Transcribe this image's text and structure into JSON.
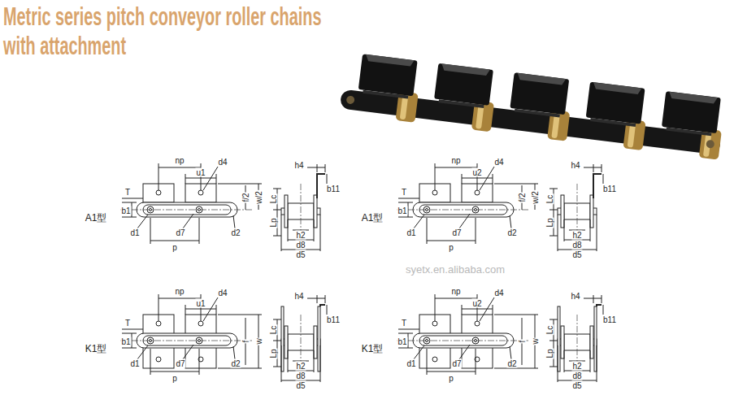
{
  "diagram": {
    "title": "Metric series pitch conveyor roller chains with attachment",
    "labels": [
      "np",
      "u1",
      "d4",
      "T",
      "b1",
      "f/2",
      "w/2",
      "A1型",
      "d1",
      "d7",
      "d2",
      "p",
      "h4",
      "b11",
      "Lc",
      "Lp",
      "h2",
      "d8",
      "d5",
      "np",
      "u2",
      "d4",
      "T",
      "b1",
      "f/2",
      "w/2",
      "A1型",
      "d1",
      "d7",
      "d2",
      "p",
      "h4",
      "b11",
      "Lc",
      "Lp",
      "h2",
      "d8",
      "d5",
      "np",
      "u1",
      "d4",
      "T",
      "b1",
      "f",
      "w",
      "K1型",
      "d1",
      "d7",
      "d2",
      "p",
      "h4",
      "b11",
      "Lc",
      "Lp",
      "h2",
      "d8",
      "d5",
      "np",
      "u2",
      "d4",
      "T",
      "b1",
      "f",
      "w",
      "K1型",
      "d1",
      "d7",
      "d2",
      "p",
      "h4",
      "b11",
      "Lc",
      "Lp",
      "h2",
      "d8",
      "d5",
      "syetx.en.alibaba.com"
    ]
  }
}
